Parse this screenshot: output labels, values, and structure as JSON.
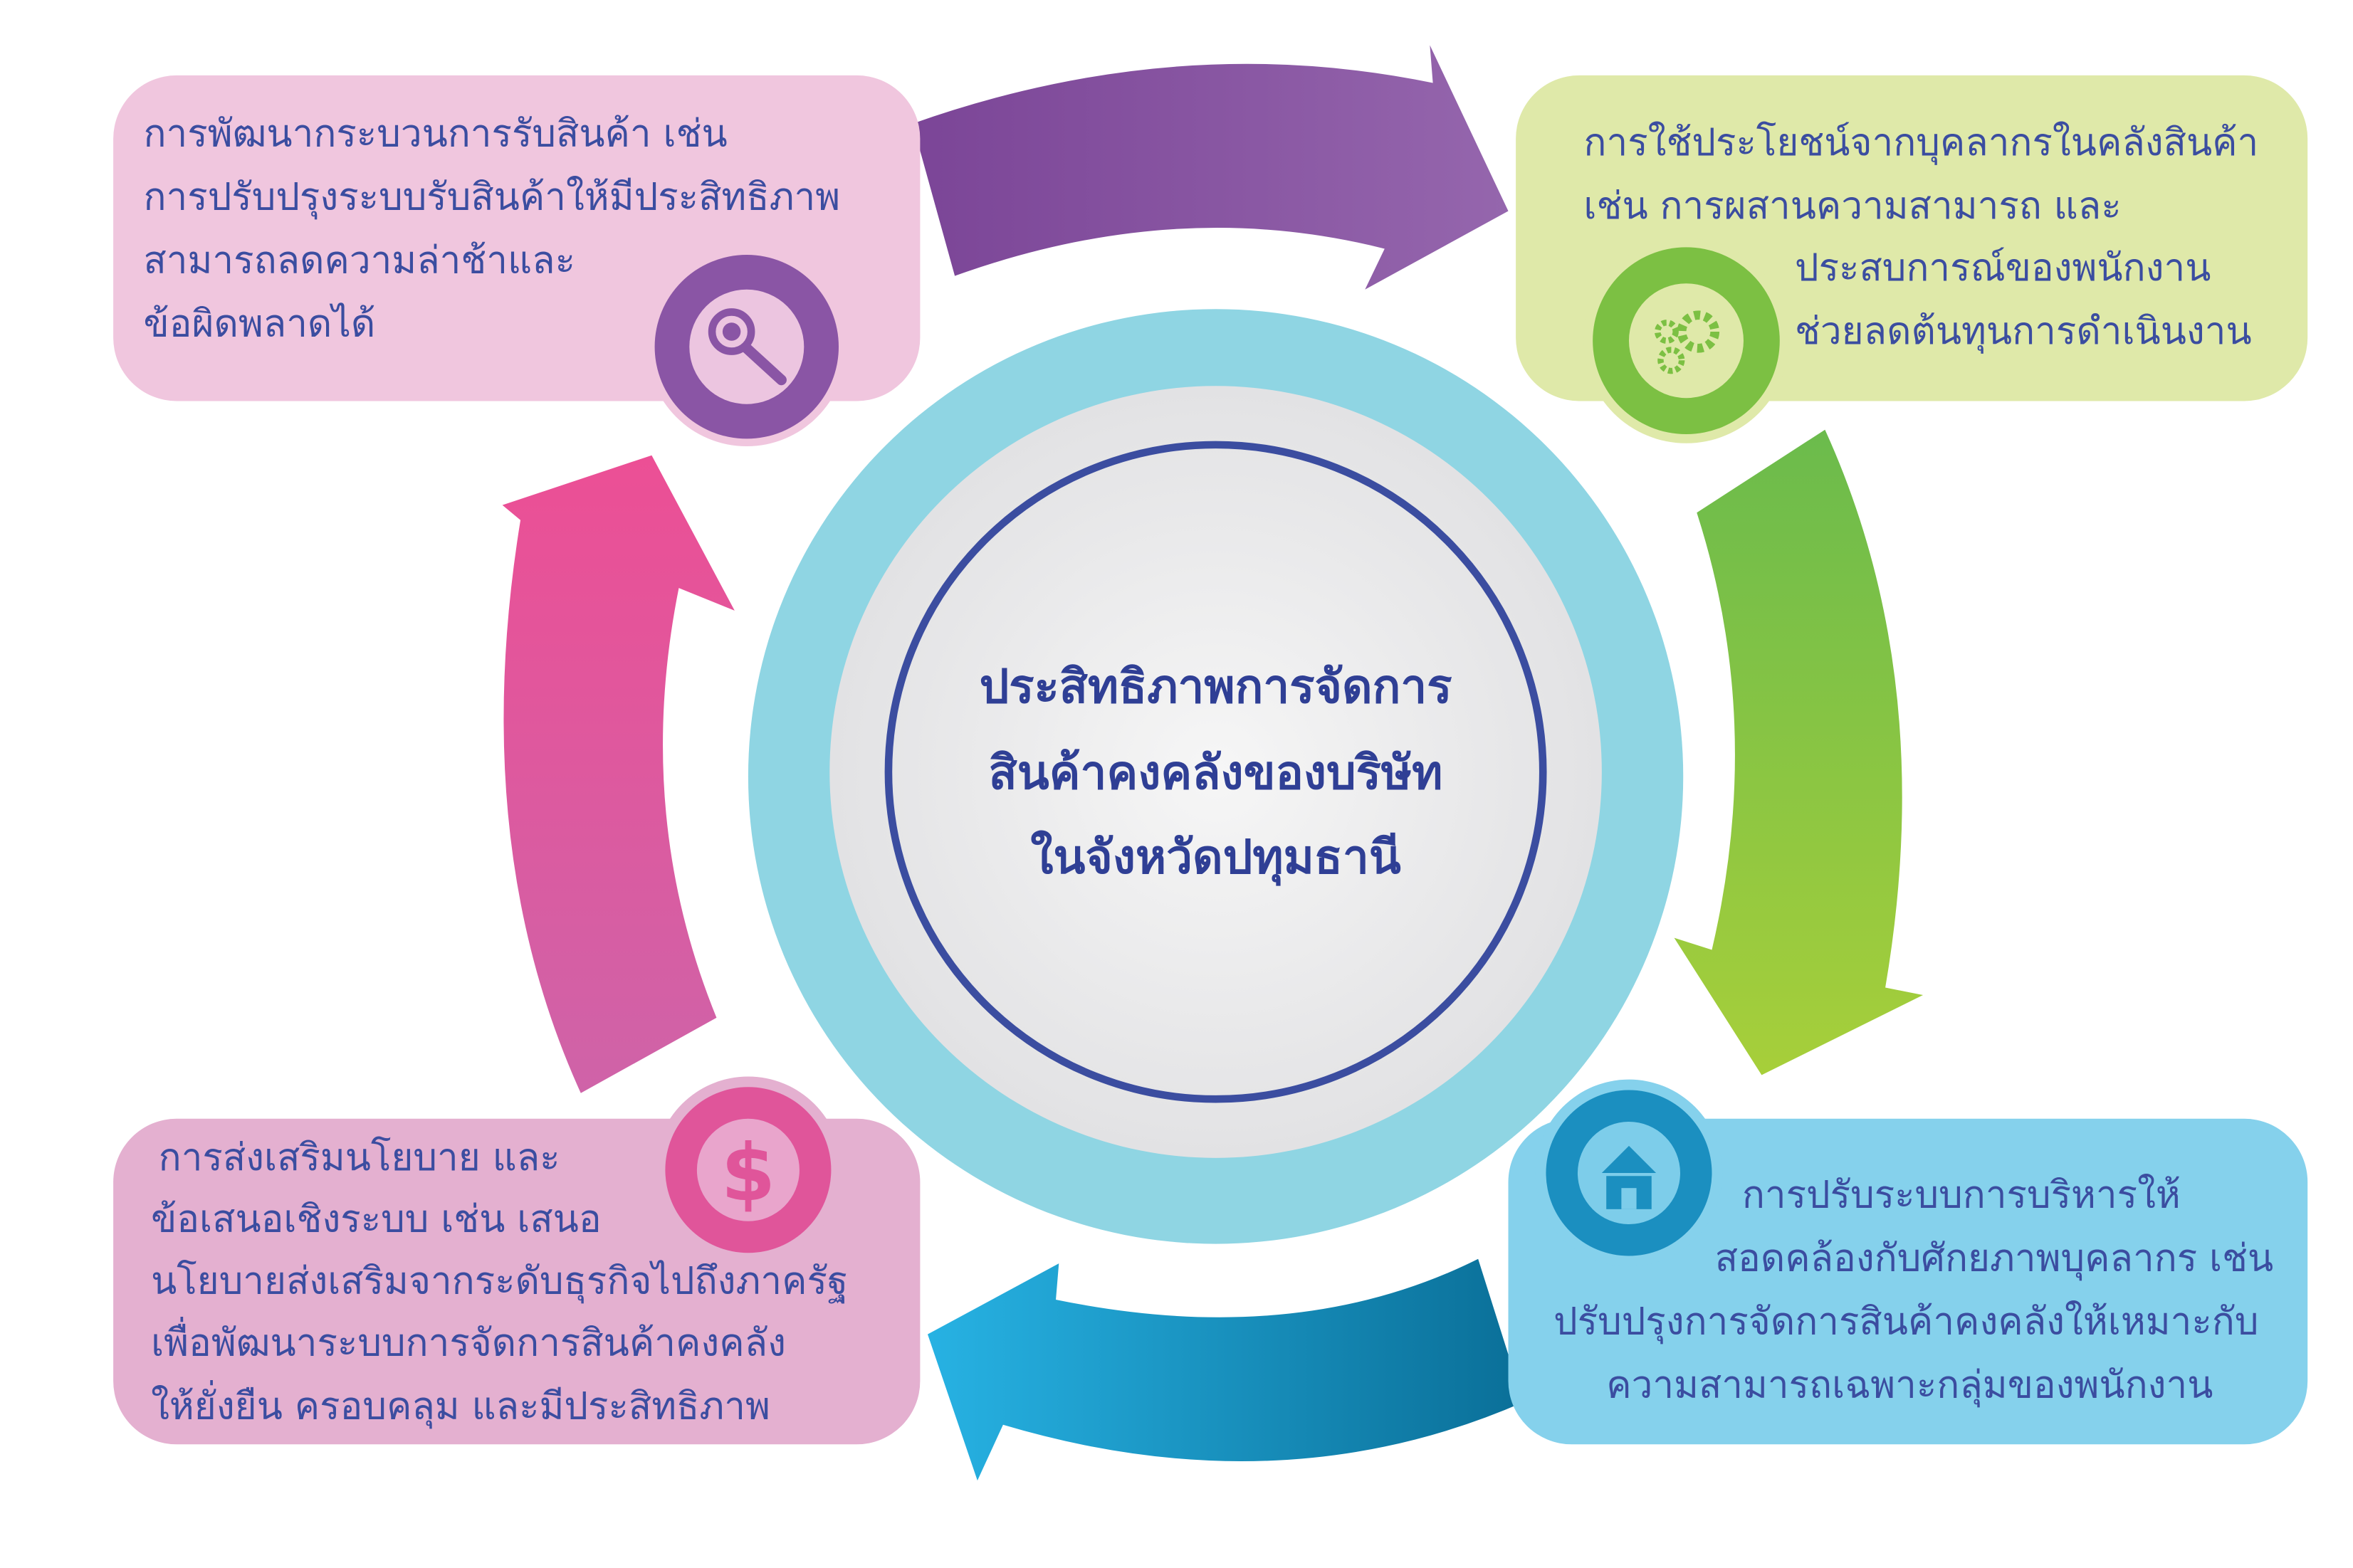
{
  "center": {
    "lines": [
      "ประสิทธิภาพการจัดการ",
      "สินค้าคงคลังของบริษัท",
      "ในจังหวัดปทุมธานี"
    ]
  },
  "boxes": {
    "top_left": {
      "icon": "magnifier-icon",
      "lines": [
        "การพัฒนากระบวนการรับสินค้า เช่น",
        "การปรับปรุงระบบรับสินค้าให้มีประสิทธิภาพ",
        "สามารถลดความล่าช้าและ",
        "ข้อผิดพลาดได้"
      ]
    },
    "top_right": {
      "icon": "gears-icon",
      "lines": [
        "การใช้ประโยชน์จากบุคลากรในคลังสินค้า",
        "เช่น การผสานความสามารถ และ",
        "ประสบการณ์ของพนักงาน",
        "ช่วยลดต้นทุนการดำเนินงาน"
      ]
    },
    "bottom_right": {
      "icon": "house-icon",
      "lines": [
        "การปรับระบบการบริหารให้",
        "สอดคล้องกับศักยภาพบุคลากร เช่น",
        "ปรับปรุงการจัดการสินค้าคงคลังให้เหมาะกับ",
        "ความสามารถเฉพาะกลุ่มของพนักงาน"
      ]
    },
    "bottom_left": {
      "icon": "dollar-icon",
      "lines": [
        "การส่งเสริมนโยบาย และ",
        "ข้อเสนอเชิงระบบ เช่น เสนอ",
        "นโยบายส่งเสริมจากระดับธุรกิจไปถึงภาครัฐ",
        "เพื่อพัฒนาระบบการจัดการสินค้าคงคลัง",
        "ให้ยั่งยืน ครอบคลุม และมีประสิทธิภาพ"
      ]
    }
  },
  "colors": {
    "text": "#3b4da0",
    "purple": "#8a55a5",
    "green": "#7cc043",
    "blue": "#1b8fc0",
    "pink": "#e0559a",
    "ring": "#8fd5e3"
  }
}
